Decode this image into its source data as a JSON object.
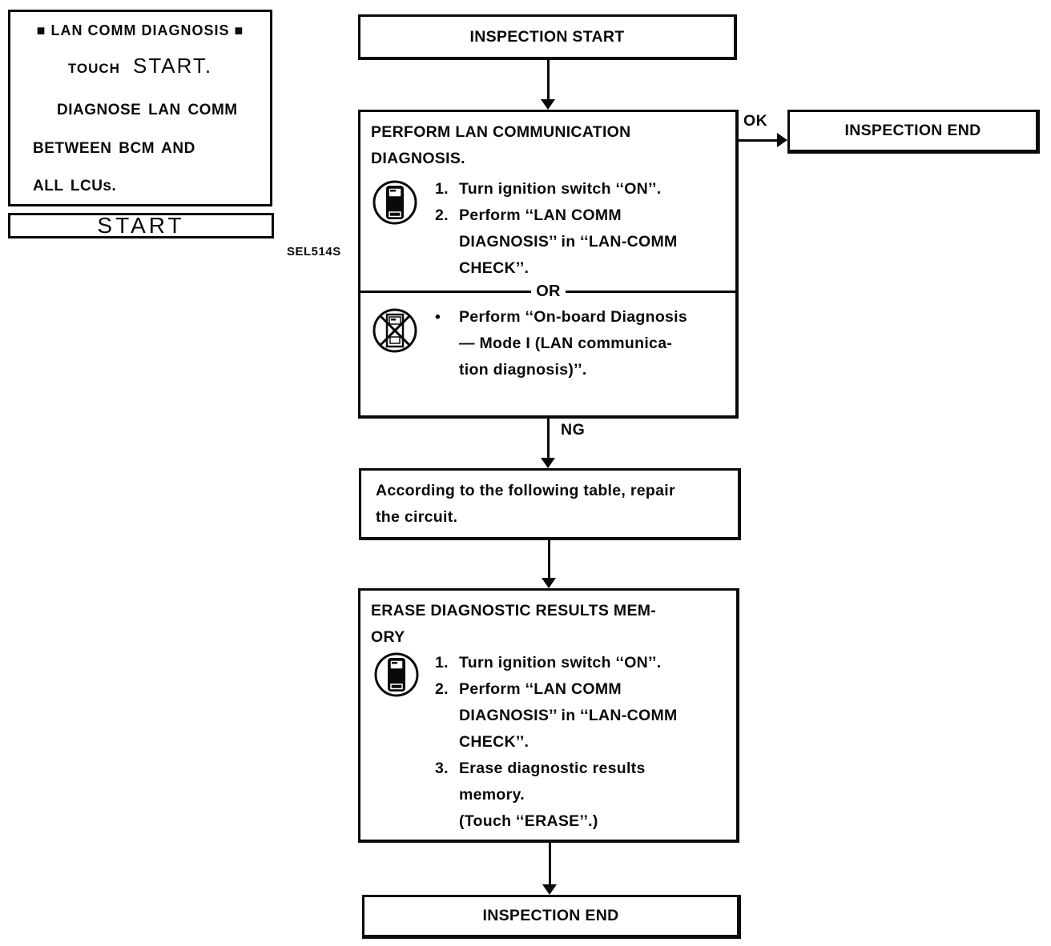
{
  "display_panel": {
    "screen": {
      "title": "■ LAN COMM DIAGNOSIS ■",
      "touch_label": "TOUCH",
      "start_label": "START.",
      "line1": "DIAGNOSE LAN COMM",
      "line2": "BETWEEN BCM AND",
      "line3": "ALL LCUs."
    },
    "start_button": "START",
    "figure_code": "SEL514S"
  },
  "flowchart": {
    "inspection_start": "INSPECTION START",
    "perform_box": {
      "title_lines": [
        "PERFORM LAN COMMUNICATION",
        "DIAGNOSIS."
      ],
      "consult_steps": [
        {
          "marker": "1.",
          "lines": [
            "Turn ignition switch ‘‘ON’’."
          ]
        },
        {
          "marker": "2.",
          "lines": [
            "Perform ‘‘LAN COMM",
            "DIAGNOSIS’’ in ‘‘LAN-COMM",
            "CHECK’’."
          ]
        }
      ],
      "or_label": "OR",
      "onboard_steps": [
        {
          "marker": "•",
          "lines": [
            "Perform ‘‘On-board Diagnosis",
            "— Mode I (LAN communica-",
            "tion diagnosis)’’."
          ]
        }
      ]
    },
    "ok_label": "OK",
    "ng_label": "NG",
    "inspection_end_top": "INSPECTION END",
    "repair_box_lines": [
      "According to the following table, repair",
      "the circuit."
    ],
    "erase_box": {
      "title_lines": [
        "ERASE DIAGNOSTIC RESULTS MEM-",
        "ORY"
      ],
      "steps": [
        {
          "marker": "1.",
          "lines": [
            "Turn ignition switch ‘‘ON’’."
          ]
        },
        {
          "marker": "2.",
          "lines": [
            "Perform ‘‘LAN COMM",
            "DIAGNOSIS’’ in ‘‘LAN-COMM",
            "CHECK’’."
          ]
        },
        {
          "marker": "3.",
          "lines": [
            "Erase diagnostic results",
            "memory.",
            "(Touch ‘‘ERASE’’.)"
          ]
        }
      ]
    },
    "inspection_end_bottom": "INSPECTION END"
  }
}
